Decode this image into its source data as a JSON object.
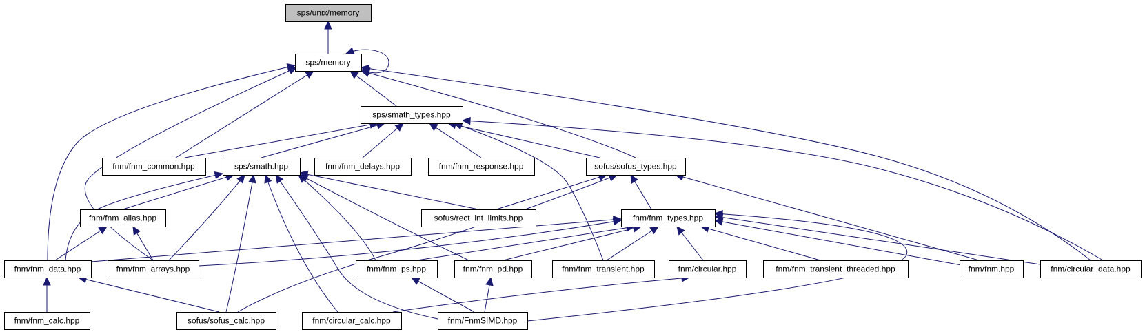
{
  "graph": {
    "title": "sps/unix/memory",
    "colors": {
      "edge": "#191970",
      "root_fill": "#bfbfbf",
      "node_fill": "#ffffff",
      "node_border": "#000000"
    },
    "nodes": [
      {
        "id": "unix_memory",
        "label": "sps/unix/memory"
      },
      {
        "id": "memory",
        "label": "sps/memory"
      },
      {
        "id": "smath_types",
        "label": "sps/smath_types.hpp"
      },
      {
        "id": "fnm_common",
        "label": "fnm/fnm_common.hpp"
      },
      {
        "id": "smath",
        "label": "sps/smath.hpp"
      },
      {
        "id": "fnm_delays",
        "label": "fnm/fnm_delays.hpp"
      },
      {
        "id": "fnm_response",
        "label": "fnm/fnm_response.hpp"
      },
      {
        "id": "sofus_types",
        "label": "sofus/sofus_types.hpp"
      },
      {
        "id": "fnm_alias",
        "label": "fnm/fnm_alias.hpp"
      },
      {
        "id": "rect_int_limits",
        "label": "sofus/rect_int_limits.hpp"
      },
      {
        "id": "fnm_types",
        "label": "fnm/fnm_types.hpp"
      },
      {
        "id": "fnm_data",
        "label": "fnm/fnm_data.hpp"
      },
      {
        "id": "fnm_arrays",
        "label": "fnm/fnm_arrays.hpp"
      },
      {
        "id": "fnm_ps",
        "label": "fnm/fnm_ps.hpp"
      },
      {
        "id": "fnm_pd",
        "label": "fnm/fnm_pd.hpp"
      },
      {
        "id": "fnm_transient",
        "label": "fnm/fnm_transient.hpp"
      },
      {
        "id": "circular",
        "label": "fnm/circular.hpp"
      },
      {
        "id": "fnm_transient_threaded",
        "label": "fnm/fnm_transient_threaded.hpp"
      },
      {
        "id": "fnm",
        "label": "fnm/fnm.hpp"
      },
      {
        "id": "circular_data",
        "label": "fnm/circular_data.hpp"
      },
      {
        "id": "fnm_calc",
        "label": "fnm/fnm_calc.hpp"
      },
      {
        "id": "sofus_calc",
        "label": "sofus/sofus_calc.hpp"
      },
      {
        "id": "circular_calc",
        "label": "fnm/circular_calc.hpp"
      },
      {
        "id": "FnmSIMD",
        "label": "fnm/FnmSIMD.hpp"
      }
    ],
    "edges": [
      {
        "from": "memory",
        "to": "unix_memory"
      },
      {
        "from": "memory",
        "to": "memory"
      },
      {
        "from": "smath_types",
        "to": "memory"
      },
      {
        "from": "fnm_common",
        "to": "memory"
      },
      {
        "from": "sofus_types",
        "to": "memory"
      },
      {
        "from": "circular_data",
        "to": "memory"
      },
      {
        "from": "fnm_data",
        "to": "memory"
      },
      {
        "from": "fnm_arrays",
        "to": "memory"
      },
      {
        "from": "fnm_common",
        "to": "smath_types"
      },
      {
        "from": "smath",
        "to": "smath_types"
      },
      {
        "from": "fnm_delays",
        "to": "smath_types"
      },
      {
        "from": "fnm_response",
        "to": "smath_types"
      },
      {
        "from": "sofus_types",
        "to": "smath_types"
      },
      {
        "from": "fnm_transient",
        "to": "smath_types"
      },
      {
        "from": "circular_data",
        "to": "smath_types"
      },
      {
        "from": "fnm_alias",
        "to": "smath"
      },
      {
        "from": "rect_int_limits",
        "to": "smath"
      },
      {
        "from": "fnm_data",
        "to": "smath"
      },
      {
        "from": "fnm_arrays",
        "to": "smath"
      },
      {
        "from": "fnm_ps",
        "to": "smath"
      },
      {
        "from": "fnm_pd",
        "to": "smath"
      },
      {
        "from": "sofus_calc",
        "to": "smath"
      },
      {
        "from": "circular_calc",
        "to": "smath"
      },
      {
        "from": "FnmSIMD",
        "to": "smath"
      },
      {
        "from": "rect_int_limits",
        "to": "sofus_types"
      },
      {
        "from": "fnm_types",
        "to": "sofus_types"
      },
      {
        "from": "fnm",
        "to": "sofus_types"
      },
      {
        "from": "sofus_calc",
        "to": "sofus_types"
      },
      {
        "from": "fnm_data",
        "to": "fnm_alias"
      },
      {
        "from": "fnm_arrays",
        "to": "fnm_alias"
      },
      {
        "from": "fnm_data",
        "to": "fnm_types"
      },
      {
        "from": "fnm_arrays",
        "to": "fnm_types"
      },
      {
        "from": "fnm_ps",
        "to": "fnm_types"
      },
      {
        "from": "fnm_pd",
        "to": "fnm_types"
      },
      {
        "from": "fnm_transient",
        "to": "fnm_types"
      },
      {
        "from": "circular",
        "to": "fnm_types"
      },
      {
        "from": "fnm_transient_threaded",
        "to": "fnm_types"
      },
      {
        "from": "fnm",
        "to": "fnm_types"
      },
      {
        "from": "circular_data",
        "to": "fnm_types"
      },
      {
        "from": "FnmSIMD",
        "to": "fnm_types"
      },
      {
        "from": "fnm_calc",
        "to": "fnm_data"
      },
      {
        "from": "sofus_calc",
        "to": "fnm_data"
      },
      {
        "from": "FnmSIMD",
        "to": "fnm_ps"
      },
      {
        "from": "FnmSIMD",
        "to": "fnm_pd"
      },
      {
        "from": "circular_calc",
        "to": "circular"
      }
    ]
  }
}
